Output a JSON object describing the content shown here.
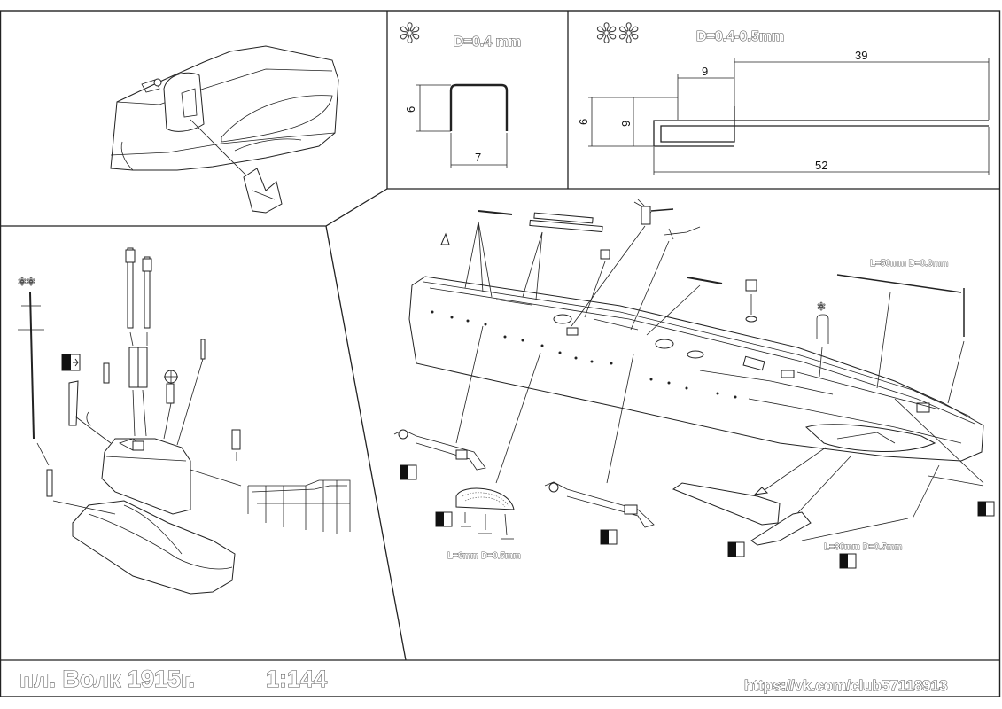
{
  "title_block": {
    "title": "пл. Волк 1915г.",
    "scale": "1:144",
    "url": "https://vk.com/club57118913"
  },
  "detail_single_star": {
    "symbol": "✻",
    "diameter": "D=0.4 mm",
    "dim_height": "6",
    "dim_width": "7"
  },
  "detail_double_star": {
    "symbol": "✻✻",
    "diameter": "D=0.4-0.5mm",
    "dim_top_short": "9",
    "dim_top_long": "39",
    "dim_height_outer": "6",
    "dim_height_inner": "9",
    "dim_bottom": "52"
  },
  "left_panel": {
    "mast_marker": "✻✻"
  },
  "main_panel": {
    "rail_note": "L=50mm D=0.8mm",
    "star_marker": "✻",
    "grating_note": "L=6mm D=0.5mm",
    "rudder_note": "L=30mm D=0.5mm"
  },
  "colors": {
    "line": "#222222",
    "background": "#ffffff",
    "label_outline": "#555555"
  }
}
